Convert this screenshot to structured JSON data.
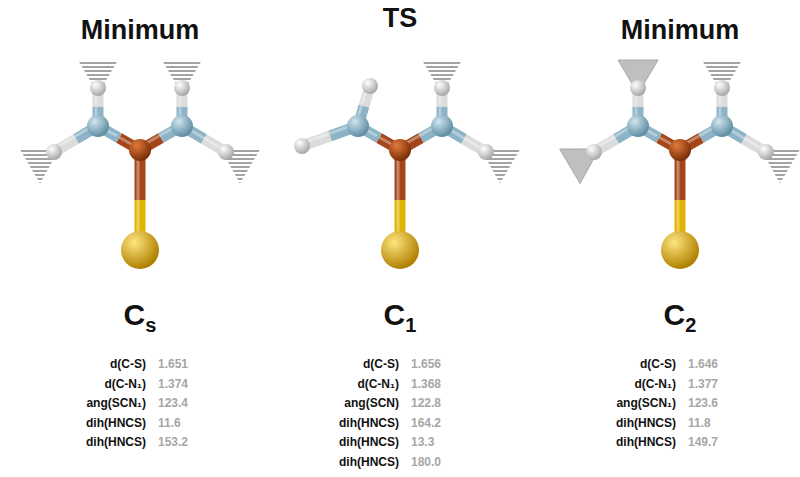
{
  "diagram": {
    "labels": [
      "Minimum",
      "TS",
      "Minimum",
      "Cs",
      "C1",
      "C2",
      "d(C-S)",
      "1.651",
      "d(C-N₁)",
      "1.374",
      "ang(SCN₁)",
      "123.4",
      "dih(HNCS)",
      "11.6",
      "dih(HNCS)",
      "153.2",
      "d(C-S)",
      "1.656",
      "d(C-N₁)",
      "1.368",
      "ang(SCN)",
      "122.8",
      "dih(HNCS)",
      "164.2",
      "dih(HNCS)",
      "13.3",
      "dih(HNCS)",
      "180.0",
      "d(C-S)",
      "1.646",
      "d(C-N₁)",
      "1.377",
      "ang(SCN₁)",
      "123.6",
      "dih(HNCS)",
      "11.8",
      "dih(HNCS)",
      "149.7"
    ]
  }
}
